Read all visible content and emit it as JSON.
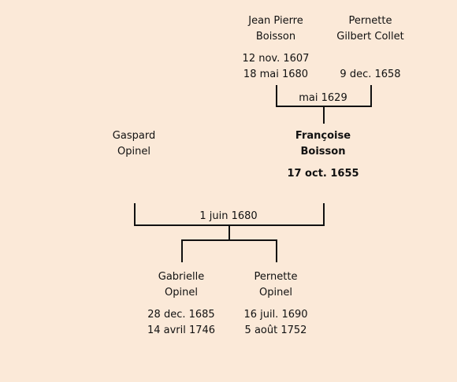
{
  "grandfather": {
    "first_name": "Jean Pierre",
    "last_name": "Boisson",
    "birth": "12 nov. 1607",
    "death": "18 mai 1680"
  },
  "grandmother": {
    "first_name": "Pernette",
    "last_name": "Gilbert Collet",
    "birth": "",
    "death": "9 dec. 1658"
  },
  "grandparents_marriage": "mai 1629",
  "father": {
    "first_name": "Gaspard",
    "last_name": "Opinel"
  },
  "mother": {
    "first_name": "Françoise",
    "last_name": "Boisson",
    "date": "17 oct. 1655"
  },
  "parents_marriage": "1 juin 1680",
  "children": [
    {
      "first_name": "Gabrielle",
      "last_name": "Opinel",
      "birth": "28 dec. 1685",
      "death": "14 avril 1746"
    },
    {
      "first_name": "Pernette",
      "last_name": "Opinel",
      "birth": "16 juil. 1690",
      "death": "5 août 1752"
    }
  ],
  "colors": {
    "background": "#fbe9d8",
    "lines": "#111111"
  }
}
